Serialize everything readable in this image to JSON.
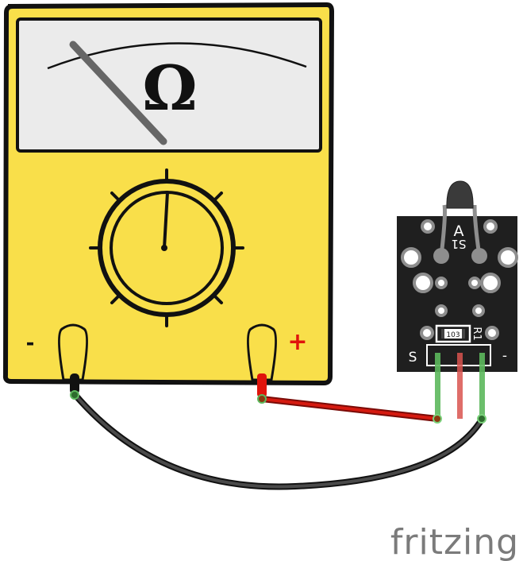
{
  "multimeter": {
    "unit_symbol": "Ω",
    "negative_label": "-",
    "positive_label": "+"
  },
  "sensor": {
    "part_label": "A",
    "component_label": "S1",
    "resistor_value": "103",
    "resistor_label": "R1",
    "signal_pin_label": "S",
    "ground_pin_label": "-"
  },
  "branding": {
    "logo_text": "fritzing"
  },
  "colors": {
    "meter_body": "#f9df4a",
    "display": "#ebebeb",
    "board": "#1f1f1f",
    "wire_red": "#c8150f",
    "wire_black": "#2b2b2b",
    "pin_green": "#5cb85c",
    "logo": "#7b7b7b"
  }
}
